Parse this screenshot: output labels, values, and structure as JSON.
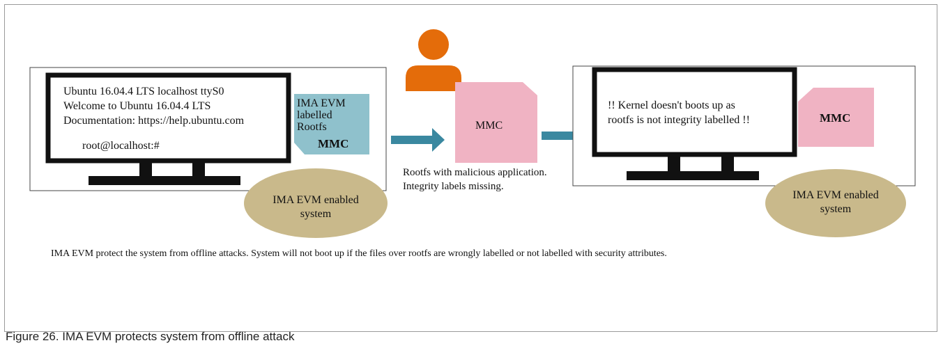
{
  "left_panel": {
    "terminal_lines": [
      "Ubuntu 16.04.4 LTS localhost ttyS0",
      "Welcome to Ubuntu 16.04.4 LTS",
      "Documentation: https://help.ubuntu.com"
    ],
    "prompt": "root@localhost:#",
    "mmc_card_lines": [
      "IMA EVM",
      "labelled",
      "Rootfs"
    ],
    "mmc_label": "MMC",
    "system_label_lines": [
      "IMA EVM enabled",
      "system"
    ]
  },
  "middle": {
    "mmc_label": "MMC",
    "note_lines": [
      "Rootfs with malicious application.",
      "Integrity labels missing."
    ]
  },
  "right_panel": {
    "message_lines": [
      "!! Kernel doesn't boots up as",
      "rootfs is not integrity labelled !!"
    ],
    "mmc_label": "MMC",
    "system_label_lines": [
      "IMA EVM enabled",
      "system"
    ]
  },
  "description": "IMA EVM protect the system from offline attacks. System will not boot up if the files over rootfs are wrongly labelled or not labelled with security attributes.",
  "caption": "Figure 26.  IMA EVM protects system from offline attack",
  "colors": {
    "monitor": "#111111",
    "sd_card_pink": "#f0b3c3",
    "sd_card_teal": "#8fc1cc",
    "arrow": "#3a88a0",
    "ellipse": "#c9b98b",
    "person": "#e46c0a"
  }
}
